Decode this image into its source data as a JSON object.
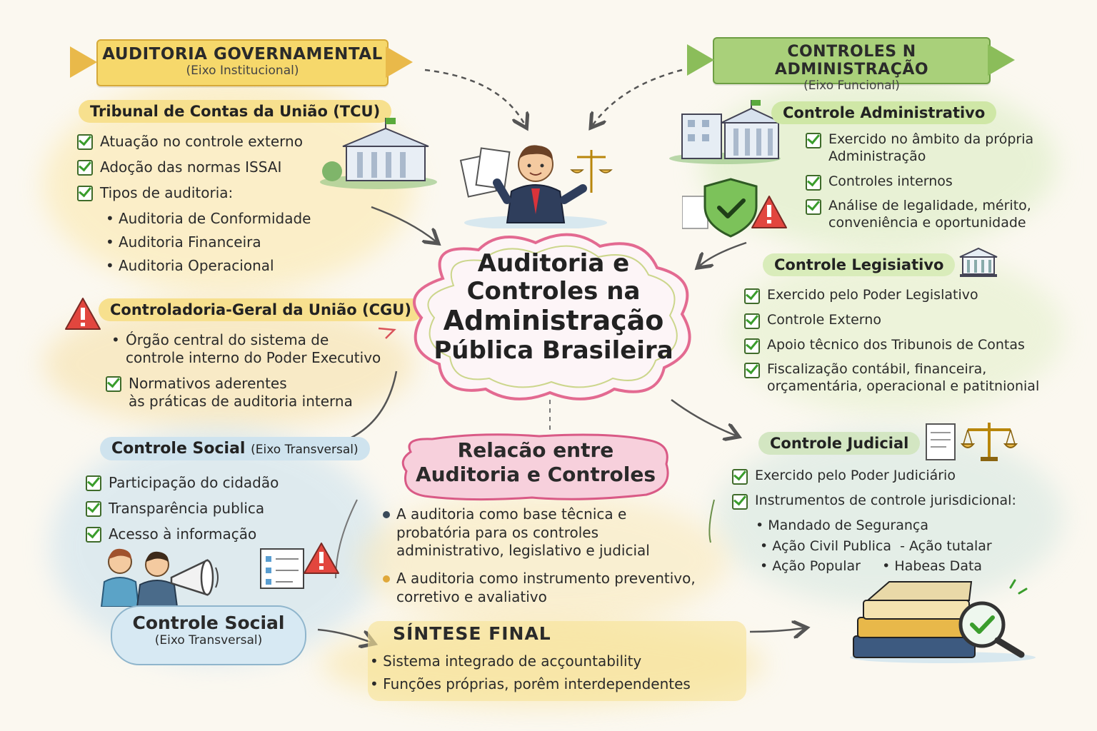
{
  "central": {
    "lines": [
      "Auditoria e",
      "Controles na",
      "Administração",
      "Pública Brasileira"
    ]
  },
  "auditoria_gov": {
    "title": "AUDITORIA GOVERNAMENTAL",
    "subtitle": "(Eixo Institucional)",
    "tcu": {
      "title": "Tribunal de Contas da União (TCU)",
      "items": [
        "Atuação no controle externo",
        "Adoção das normas ISSAI",
        "Tipos de auditoria:"
      ],
      "tipos": [
        "Auditoria de Conformidade",
        "Auditoria Financeira",
        "Auditoria Operacional"
      ]
    },
    "cgu": {
      "title": "Controladoria-Geral da União (CGU)",
      "bullet": [
        "Órgão central do sistema de",
        "controle interno do Poder Executivo"
      ],
      "check": [
        "Normativos aderentes",
        "às práticas de auditoria interna"
      ]
    }
  },
  "controles_adm": {
    "title": "CONTROLES N ADMINISTRAÇÃO",
    "subtitle": "(Eixo Funcional)",
    "administrativo": {
      "title": "Controle Administrativo",
      "items": [
        [
          "Exercido no âmbito da própria",
          "Administração"
        ],
        [
          "Controles internos"
        ],
        [
          "Análise de legalidade, mérito,",
          "conveniência e oportunidade"
        ]
      ]
    },
    "legislativo": {
      "title": "Controle Legisiativo",
      "items": [
        [
          "Exercido pelo Poder Legislativo"
        ],
        [
          "Controle Externo"
        ],
        [
          "Apoio têcnico dos Tribunois de Contas"
        ],
        [
          "Fiscalização contábil, financeira,",
          "orçamentária, operacional e patitnionial"
        ]
      ]
    },
    "judicial": {
      "title": "Controle Judicial",
      "items": [
        "Exercido pelo Poder Judiciário",
        "Instrumentos de controle jurisdicional:"
      ],
      "instrumentos": [
        "Mandado de Segurança",
        "Ação Civil Publica",
        "Ação tutalar",
        "Ação Popular",
        "Habeas Data"
      ]
    }
  },
  "controle_social": {
    "title": "Controle Social",
    "tag": "(Eixo Transversal)",
    "items": [
      "Participação do cidadão",
      "Transparência publica",
      "Acesso à informação"
    ],
    "badge_title": "Controle Social",
    "badge_sub": "(Eixo Transversal)"
  },
  "relacao": {
    "title": [
      "Relacão entre",
      "Auditoria e Controles"
    ],
    "points": [
      [
        "A auditoria como base têcnica e",
        "probatória para os controles",
        "administrativo, legislativo e judicial"
      ],
      [
        "A auditoria como instrumento preventivo,",
        "corretivo e avaliativo"
      ]
    ]
  },
  "sintese": {
    "title": "SÍNTESE FINAL",
    "items": [
      "Sistema integrado de acçountability",
      "Funções próprias, porêm interdependentes"
    ]
  },
  "colors": {
    "yellow_ribbon": "#f6d86b",
    "green_ribbon": "#a9d07a",
    "pink_cloud": "#f4c6d4",
    "check_green": "#3a9d2c",
    "warning_red": "#e2463e"
  }
}
